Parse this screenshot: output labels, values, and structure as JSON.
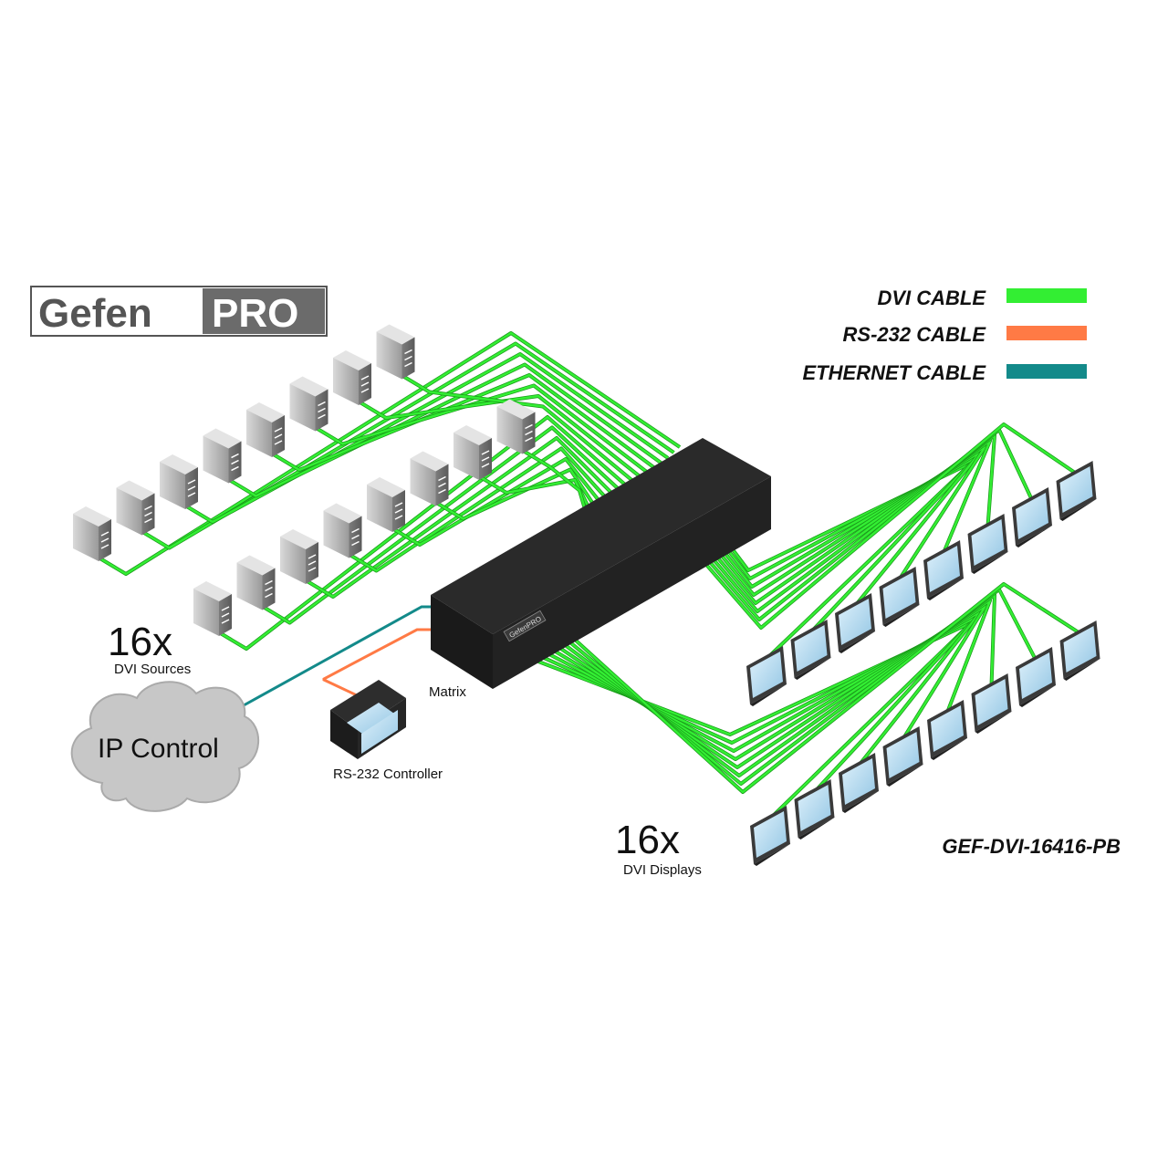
{
  "logo": {
    "text_a": "Gefen",
    "text_b": "PRO"
  },
  "legend": [
    {
      "label": "DVI CABLE",
      "color": "#33ee33"
    },
    {
      "label": "RS-232 CABLE",
      "color": "#ff7a45"
    },
    {
      "label": "ETHERNET CABLE",
      "color": "#138a8a"
    }
  ],
  "labels": {
    "sources_count": "16x",
    "sources": "DVI Sources",
    "matrix": "Matrix",
    "controller": "RS-232 Controller",
    "ip": "IP Control",
    "displays_count": "16x",
    "displays": "DVI Displays",
    "model": "GEF-DVI-16416-PB"
  },
  "matrix_badge": "GefenPRO",
  "colors": {
    "dvi": "#33ee33",
    "rs232": "#ff7a45",
    "ethernet": "#138a8a",
    "matrix_body": "#1d1d1d",
    "cloud": "#c8c8c8",
    "screen": "#b9dcf0"
  },
  "icons": {
    "source": "computer-tower-icon",
    "display": "flat-monitor-icon",
    "controller": "touch-panel-icon",
    "cloud": "cloud-icon"
  }
}
